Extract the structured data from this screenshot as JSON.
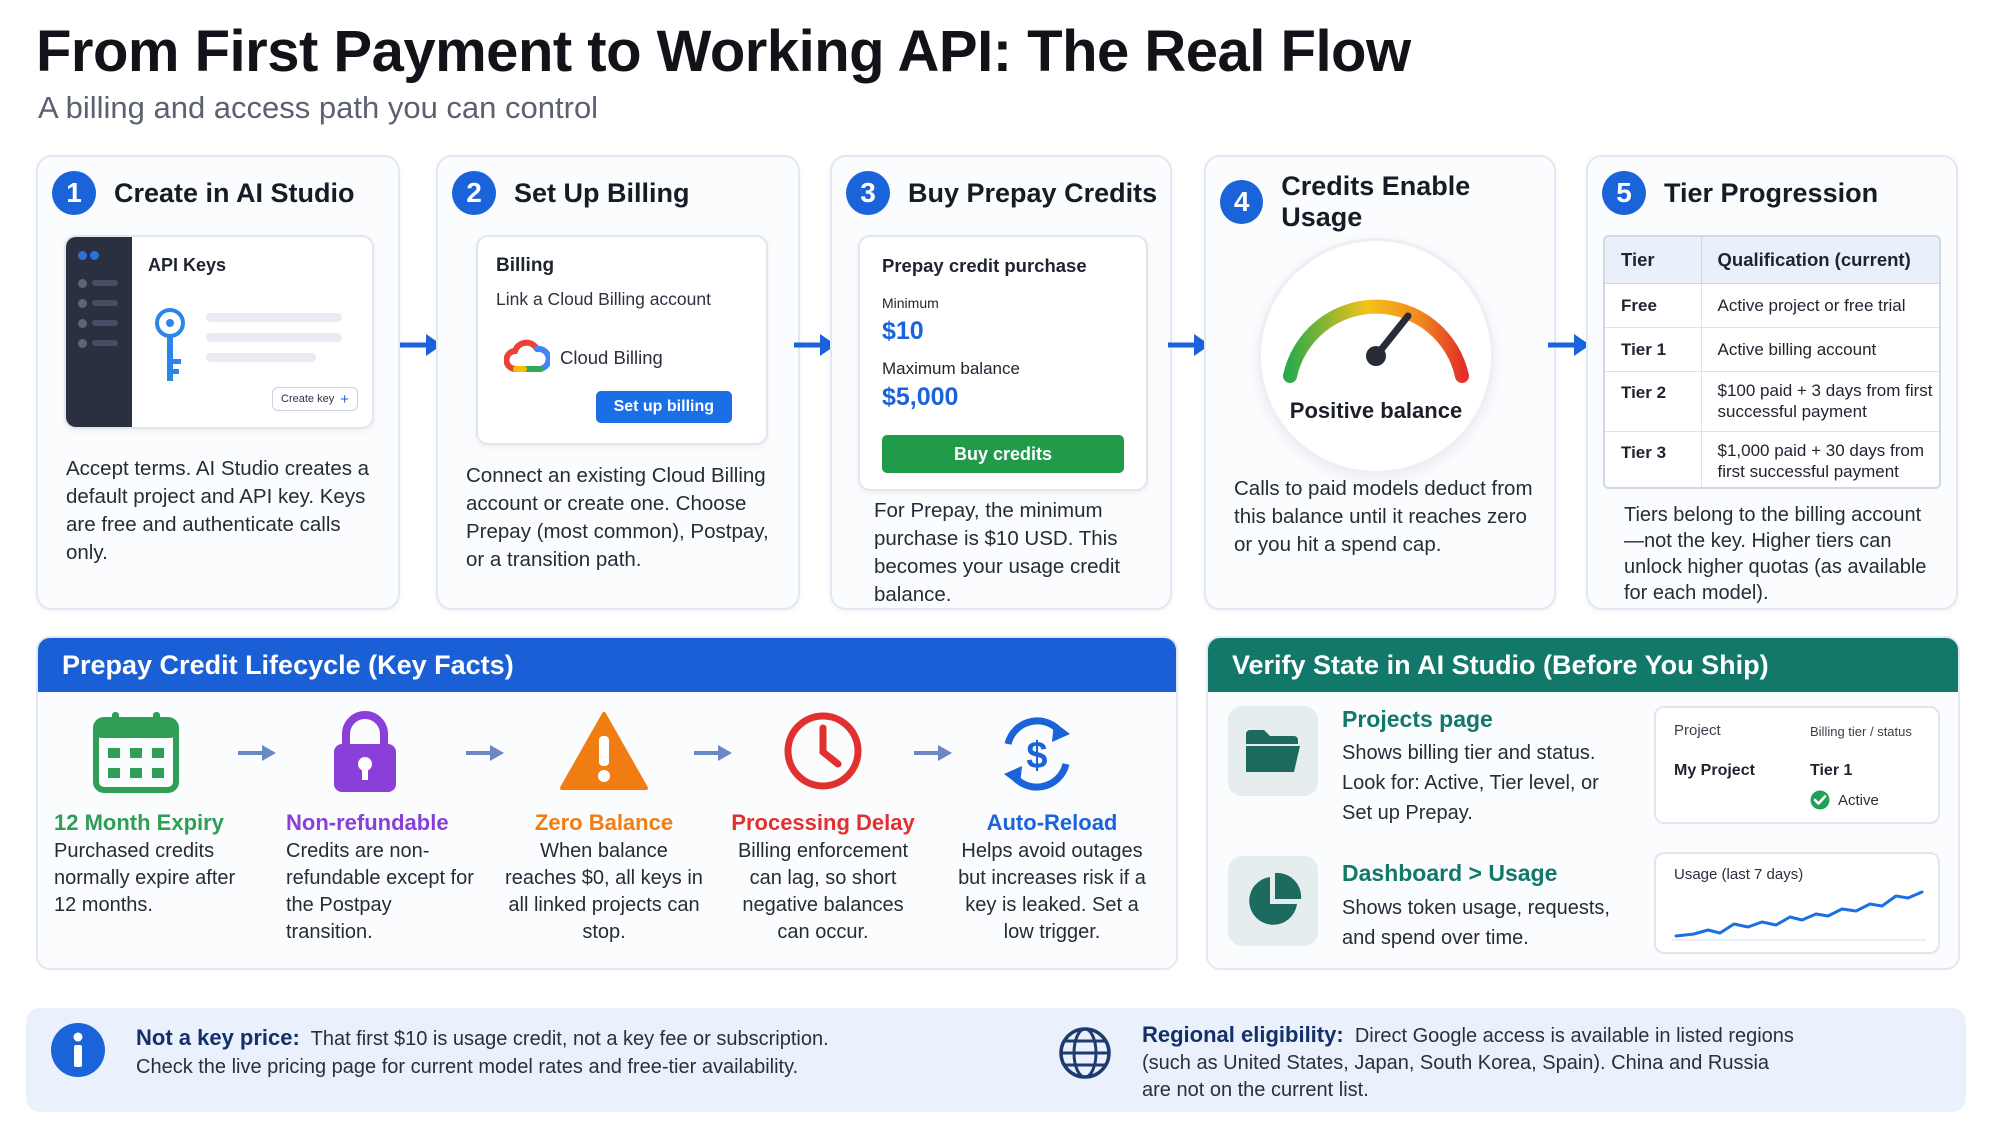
{
  "header": {
    "title": "From First Payment to Working API: The Real Flow",
    "subtitle": "A billing and access path you can control"
  },
  "steps": [
    {
      "number": "1",
      "title": "Create in AI Studio",
      "mock_label": "API Keys",
      "mock_button": "Create key",
      "description": "Accept terms. AI Studio creates a default project and API key. Keys are free and authenticate calls only."
    },
    {
      "number": "2",
      "title": "Set Up Billing",
      "mock_title": "Billing",
      "mock_subtitle": "Link a Cloud Billing account",
      "mock_item": "Cloud Billing",
      "mock_button": "Set up billing",
      "description": "Connect an existing Cloud Billing account or create one. Choose Prepay (most common), Postpay, or a transition path."
    },
    {
      "number": "3",
      "title": "Buy Prepay Credits",
      "mock_title": "Prepay credit purchase",
      "minimum_label": "Minimum",
      "minimum_value": "$10",
      "maximum_label": "Maximum balance",
      "maximum_value": "$5,000",
      "mock_button": "Buy credits",
      "description": "For Prepay, the minimum purchase is $10 USD. This becomes your usage credit balance."
    },
    {
      "number": "4",
      "title": "Credits Enable Usage",
      "gauge_label": "Positive balance",
      "description": "Calls to paid models deduct from this balance until it reaches zero or you hit a spend cap."
    },
    {
      "number": "5",
      "title": "Tier Progression",
      "table_headers": [
        "Tier",
        "Qualification (current)"
      ],
      "table_rows": [
        [
          "Free",
          "Active project or free trial"
        ],
        [
          "Tier 1",
          "Active billing account"
        ],
        [
          "Tier 2",
          "$100 paid + 3 days from first successful payment"
        ],
        [
          "Tier 3",
          "$1,000 paid + 30 days from first successful payment"
        ]
      ],
      "description": "Tiers belong to the billing account—not the key. Higher tiers can unlock higher quotas (as available for each model)."
    }
  ],
  "lifecycle": {
    "heading": "Prepay Credit Lifecycle (Key Facts)",
    "items": [
      {
        "title": "12 Month Expiry",
        "description": "Purchased credits normally expire after 12 months.",
        "color": "#2f9e57",
        "icon": "calendar-icon"
      },
      {
        "title": "Non-refundable",
        "description": "Credits are non-refundable except for the Postpay transition.",
        "color": "#8a3fd8",
        "icon": "lock-icon"
      },
      {
        "title": "Zero Balance",
        "description": "When balance reaches $0, all keys in all linked projects can stop.",
        "color": "#f07d12",
        "icon": "warning-icon"
      },
      {
        "title": "Processing Delay",
        "description": "Billing enforcement can lag, so short negative balances can occur.",
        "color": "#e0312f",
        "icon": "clock-icon"
      },
      {
        "title": "Auto-Reload",
        "description": "Helps avoid outages but increases risk if a key is leaked. Set a low trigger.",
        "color": "#1a63d8",
        "icon": "reload-dollar-icon"
      }
    ]
  },
  "verify": {
    "heading": "Verify State in AI Studio (Before You Ship)",
    "projects": {
      "title": "Projects page",
      "description": "Shows billing tier and status. Look for: Active, Tier level, or Set up Prepay.",
      "col1": "Project",
      "col2": "Billing tier / status",
      "project_name": "My Project",
      "tier": "Tier 1",
      "status": "Active"
    },
    "dashboard": {
      "title": "Dashboard > Usage",
      "description": "Shows token usage, requests, and spend over time.",
      "chart_label": "Usage (last 7 days)"
    }
  },
  "footer": {
    "left_bold": "Not a key price:",
    "left_text": "That first $10 is usage credit, not a key fee or subscription.",
    "left_text2": "Check the live pricing page for current model rates and free-tier availability.",
    "right_bold": "Regional eligibility:",
    "right_text": "Direct Google access is available in listed regions",
    "right_text2": "(such as United States, Japan, South Korea, Spain). China and Russia",
    "right_text3": "are not on the current list."
  },
  "colors": {
    "primary_blue": "#1a63d8",
    "teal": "#12786a",
    "green": "#1f9b4a"
  }
}
